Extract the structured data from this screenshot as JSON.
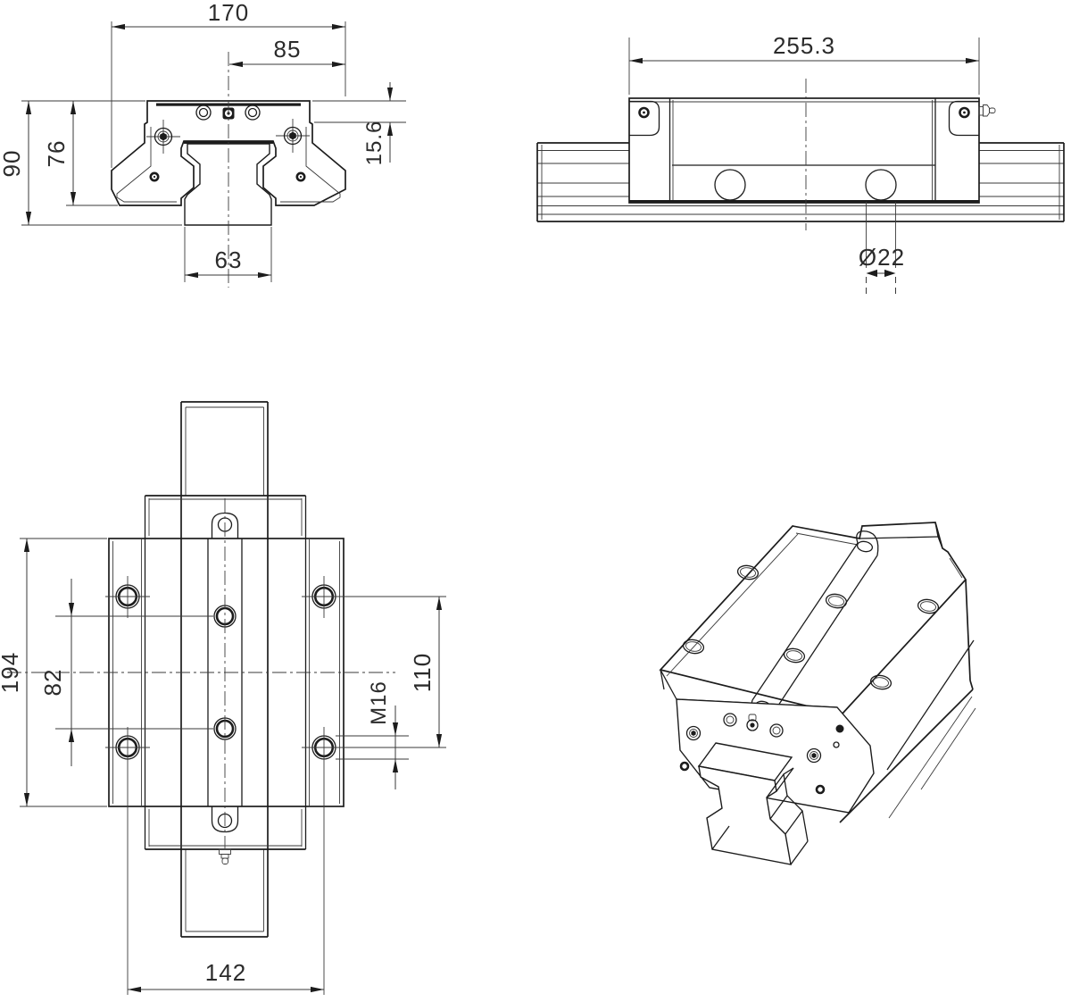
{
  "drawing": {
    "type": "engineering-drawing",
    "part": "linear-guide-carriage",
    "line_color": "#1c1c1c",
    "background": "#ffffff",
    "views": {
      "front": {
        "label": "front-section-view",
        "dims": {
          "width_total": "170",
          "width_half": "85",
          "height_overall": "90",
          "height_carriage": "76",
          "top_step": "15.6",
          "rail_width": "63"
        }
      },
      "side": {
        "label": "side-view",
        "dims": {
          "carriage_length": "255.3",
          "hole_diameter": "Ø22"
        }
      },
      "top": {
        "label": "top-view",
        "dims": {
          "plate_length": "194",
          "center_hole_spacing": "82",
          "mount_hole_spacing_length": "110",
          "mount_hole_thread": "M16",
          "mount_hole_spacing_width": "142"
        }
      },
      "isometric": {
        "label": "isometric-view"
      }
    }
  }
}
